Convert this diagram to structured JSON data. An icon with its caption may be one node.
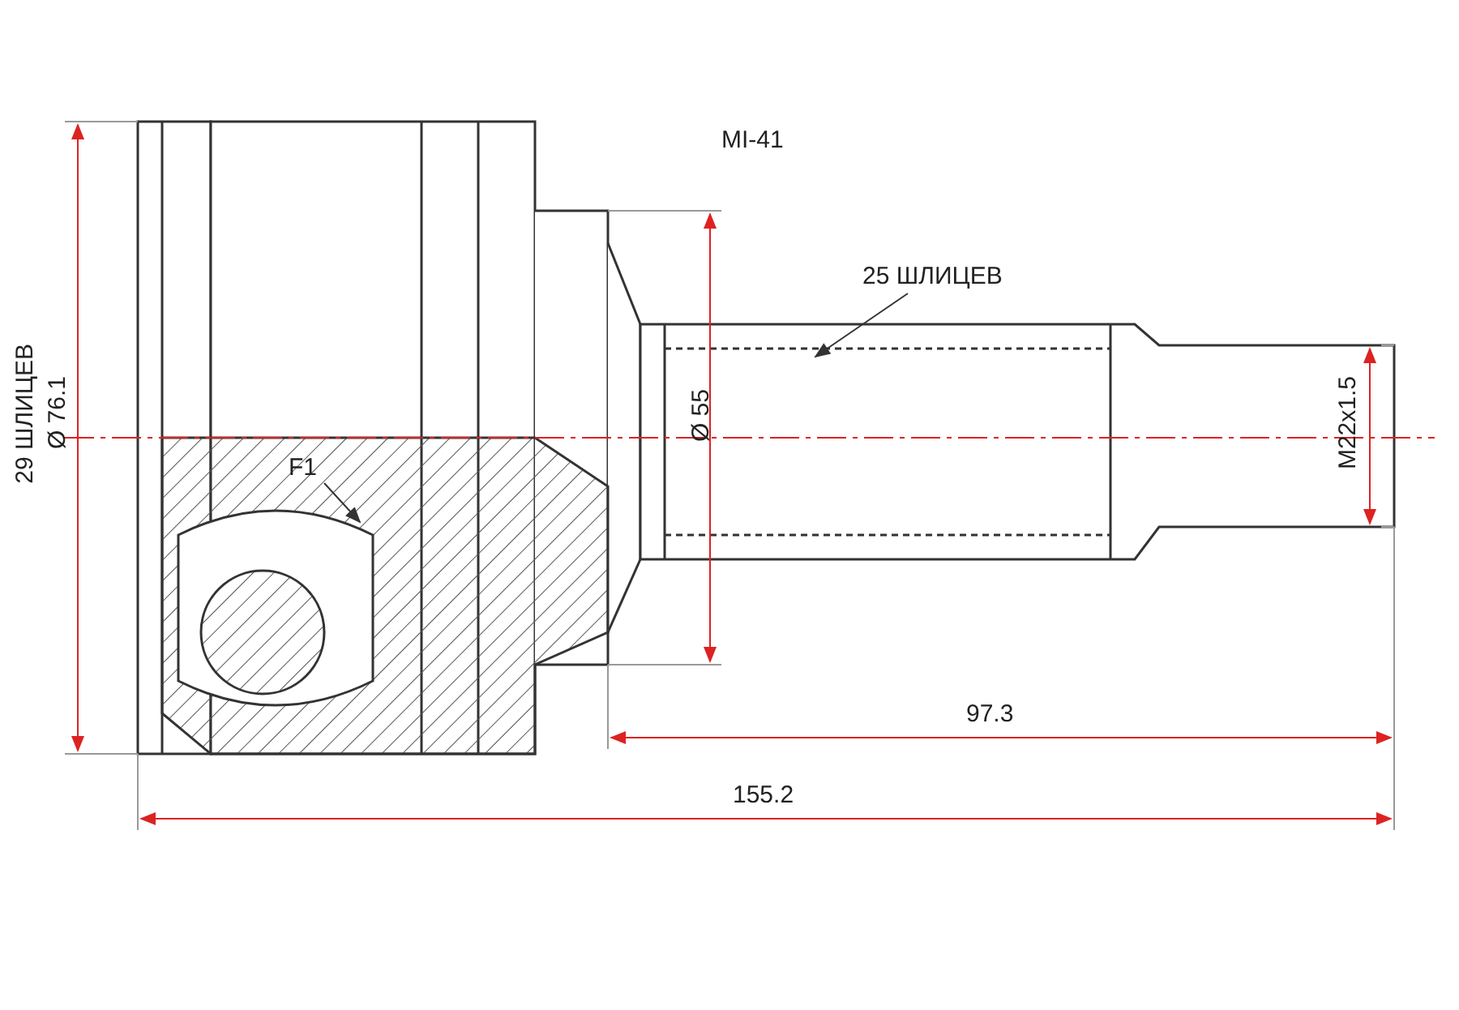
{
  "diagram": {
    "title": "MI-41",
    "nodes": [
      {
        "text": [
          "25 ШЛИЦЕВ"
        ]
      },
      {
        "text": [
          "F1"
        ]
      }
    ],
    "edges": [
      {
        "from": 0,
        "to": null,
        "arrow": "to"
      },
      {
        "from": 1,
        "to": null,
        "arrow": "to"
      }
    ],
    "labels": [
      "29 ШЛИЦЕВ",
      "Ø 76.1",
      "Ø 55",
      "M22x1.5",
      "97.3",
      "155.2"
    ]
  }
}
